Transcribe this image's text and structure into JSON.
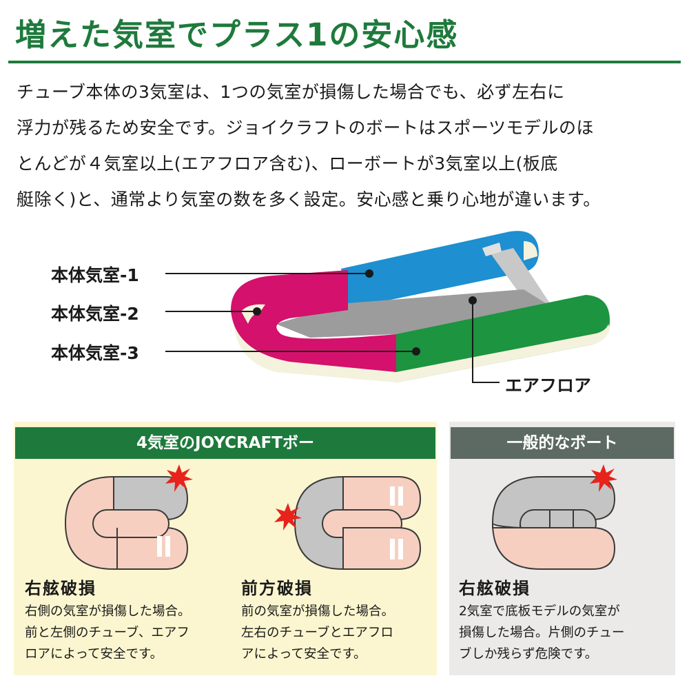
{
  "title": "増えた気室でプラス1の安心感",
  "intro": [
    "チューブ本体の3気室は、1つの気室が損傷した場合でも、必ず左右に",
    "浮力が残るため安全です。ジョイクラフトのボートはスポーツモデルのほ",
    "とんどが４気室以上(エアフロア含む)、ローボートが3気室以上(板底",
    "艇除く)と、通常より気室の数を多く設定。安心感と乗り心地が違います。"
  ],
  "diagram": {
    "labels": [
      "本体気室-1",
      "本体気室-2",
      "本体気室-3"
    ],
    "floor_label": "エアフロア",
    "colors": {
      "chamber1": "#1e8fd0",
      "chamber2": "#d4116c",
      "chamber3": "#1c9440",
      "floor": "#9c9c9c",
      "trim": "#f4f2dc"
    }
  },
  "joycraft": {
    "header": "4気室のJOYCRAFTボー",
    "cases": [
      {
        "title": "右舷破損",
        "desc": [
          "右側の気室が損傷した場合。",
          "前と左側のチューブ、エアフ",
          "ロアによって安全です。"
        ]
      },
      {
        "title": "前方破損",
        "desc": [
          "前の気室が損傷した場合。",
          "左右のチューブとエアフロ",
          "アによって安全です。"
        ]
      }
    ]
  },
  "general": {
    "header": "一般的なボート",
    "cases": [
      {
        "title": "右舷破損",
        "desc": [
          "2気室で底板モデルの気室が",
          "損傷した場合。片側のチュー",
          "ブしか残らず危険です。"
        ]
      }
    ]
  },
  "icons": {
    "damage": "burst-icon"
  },
  "colors": {
    "green": "#1e7a3c",
    "pink": "#f6cfc0",
    "gray": "#c4c4c4",
    "burst": "#e8231b"
  }
}
